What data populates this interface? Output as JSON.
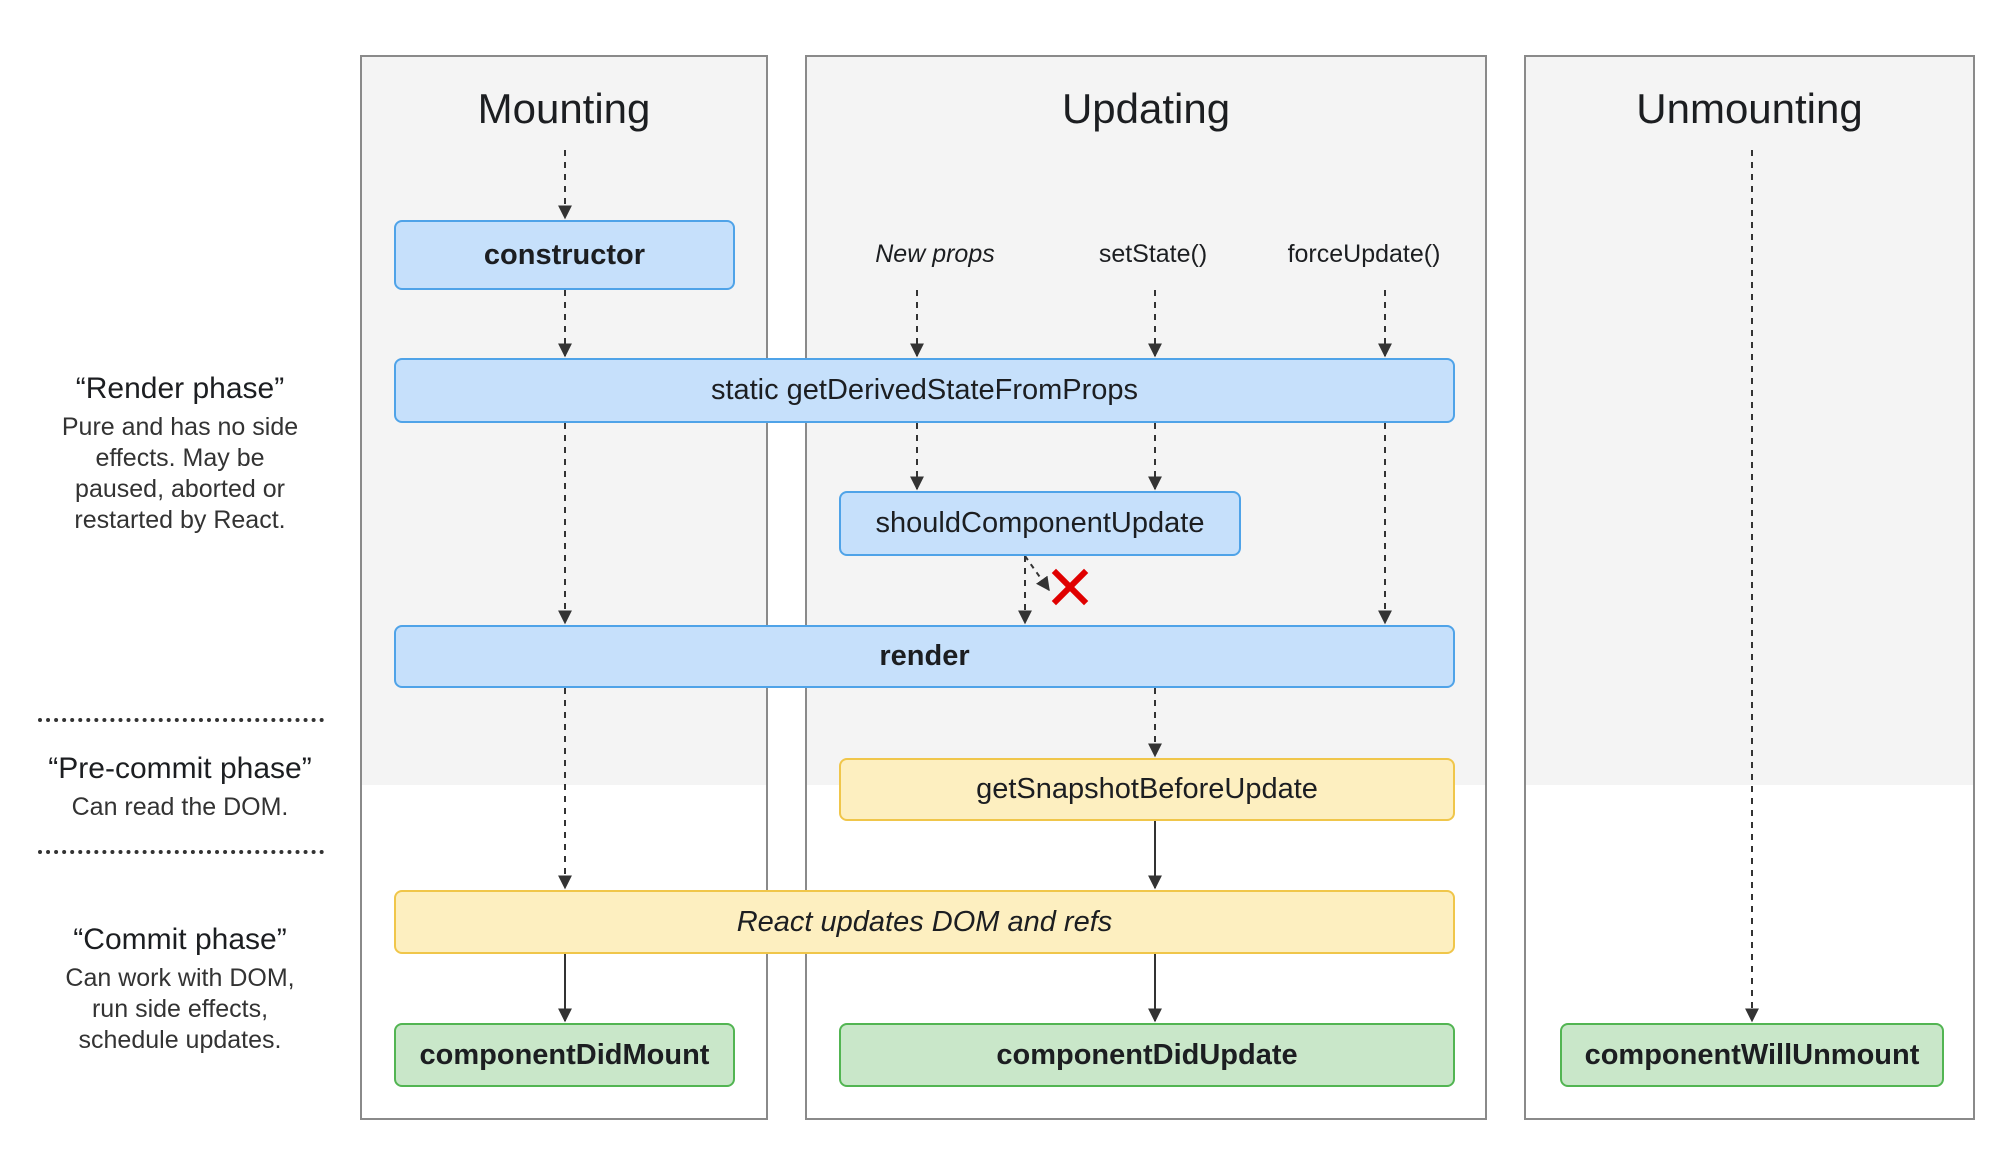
{
  "columns": {
    "mounting": "Mounting",
    "updating": "Updating",
    "unmounting": "Unmounting"
  },
  "phases": {
    "render": {
      "title": "“Render phase”",
      "desc": [
        "Pure and has no side",
        "effects. May be",
        "paused, aborted or",
        "restarted by React."
      ]
    },
    "precommit": {
      "title": "“Pre-commit phase”",
      "desc": [
        "Can read the DOM."
      ]
    },
    "commit": {
      "title": "“Commit phase”",
      "desc": [
        "Can work with DOM,",
        "run side effects,",
        "schedule updates."
      ]
    }
  },
  "triggers": {
    "new_props": "New props",
    "set_state": "setState()",
    "force_update": "forceUpdate()"
  },
  "boxes": {
    "constructor": "constructor",
    "gdsfp": "static getDerivedStateFromProps",
    "scu": "shouldComponentUpdate",
    "render": "render",
    "gsbu": "getSnapshotBeforeUpdate",
    "dom": "React updates DOM and refs",
    "cdm": "componentDidMount",
    "cdu": "componentDidUpdate",
    "cwu": "componentWillUnmount"
  },
  "colors": {
    "render_box": "#c6e0fb",
    "precommit_box": "#fdefc0",
    "commit_box": "#c9e7c9",
    "stop_mark": "#e00000"
  }
}
